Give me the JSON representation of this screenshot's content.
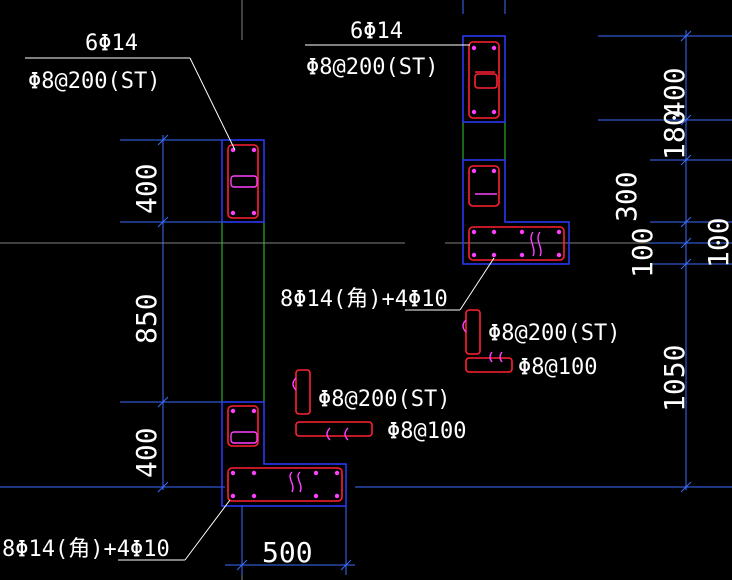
{
  "colors": {
    "background": "#000000",
    "outline": "#2a3cff",
    "rebar": "#ff2030",
    "tie": "#ff40ff",
    "dimension": "#3b6cff",
    "axis": "#7f7f7f",
    "text": "#ffffff",
    "leader": "#ffffff",
    "green": "#33cc33"
  },
  "annotations": {
    "col1_bars": "6Φ14",
    "col1_stirrup": "Φ8@200(ST)",
    "col2_bars": "6Φ14",
    "col2_stirrup": "Φ8@200(ST)",
    "lcol1_bars": "8Φ14(角)+4Φ10",
    "lcol2_bars": "8Φ14(角)+4Φ10",
    "detail1_stirrup": "Φ8@200(ST)",
    "detail1_tie": "Φ8@100",
    "detail2_stirrup": "Φ8@200(ST)",
    "detail2_tie": "Φ8@100"
  },
  "dimensions": {
    "left_top": "400",
    "left_mid": "850",
    "left_bottom": "400",
    "bottom_width": "500",
    "right_a": "400",
    "right_b": "180",
    "right_c": "300",
    "right_d": "100",
    "right_e": "100",
    "right_f": "1050"
  }
}
